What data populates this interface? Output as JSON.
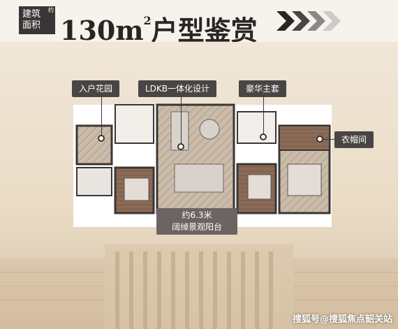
{
  "header": {
    "badge_line1": "建筑",
    "badge_line2": "面积",
    "badge_superscript": "约",
    "title_prefix": "130m",
    "title_superscript": "2",
    "title_suffix": "户型鉴赏"
  },
  "callouts": {
    "entrance_garden": "入户花园",
    "ldkb": "LDKB一体化设计",
    "master_suite": "豪华主套",
    "cloakroom": "衣帽间"
  },
  "balcony": {
    "line1": "约6.3米",
    "line2": "阔绰景观阳台"
  },
  "watermark": "搜狐号@搜狐焦点韶关站",
  "colors": {
    "dark_label": "#4a4545",
    "floor_tan": "#c7b6a4",
    "wall": "#3a3635",
    "accent_wood": "#7a5a46"
  }
}
